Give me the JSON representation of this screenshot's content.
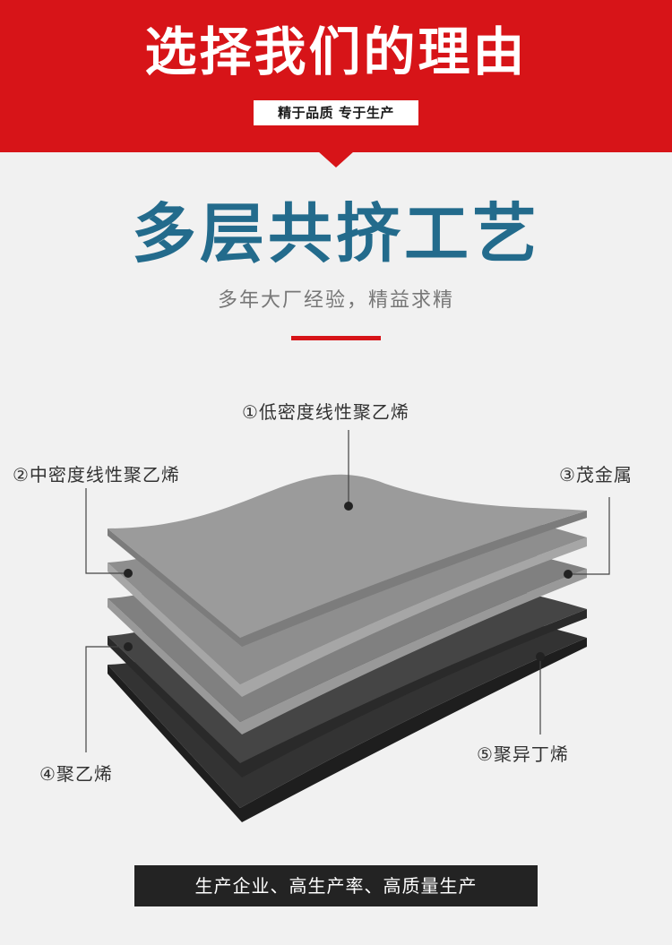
{
  "header": {
    "title": "选择我们的理由",
    "tagline": "精于品质 专于生产",
    "color": "#d71418"
  },
  "section": {
    "title": "多层共挤工艺",
    "subtitle": "多年大厂经验，精益求精",
    "title_color": "#236b8c"
  },
  "layers": [
    {
      "label": "①低密度线性聚乙烯",
      "color": "#9a9a9a"
    },
    {
      "label": "②中密度线性聚乙烯",
      "color": "#8c8c8c"
    },
    {
      "label": "③茂金属",
      "color": "#7e7e7e"
    },
    {
      "label": "④聚乙烯",
      "color": "#3e3e3e"
    },
    {
      "label": "⑤聚异丁烯",
      "color": "#2f2f2f"
    }
  ],
  "footer": {
    "text": "生产企业、高生产率、高质量生产"
  }
}
